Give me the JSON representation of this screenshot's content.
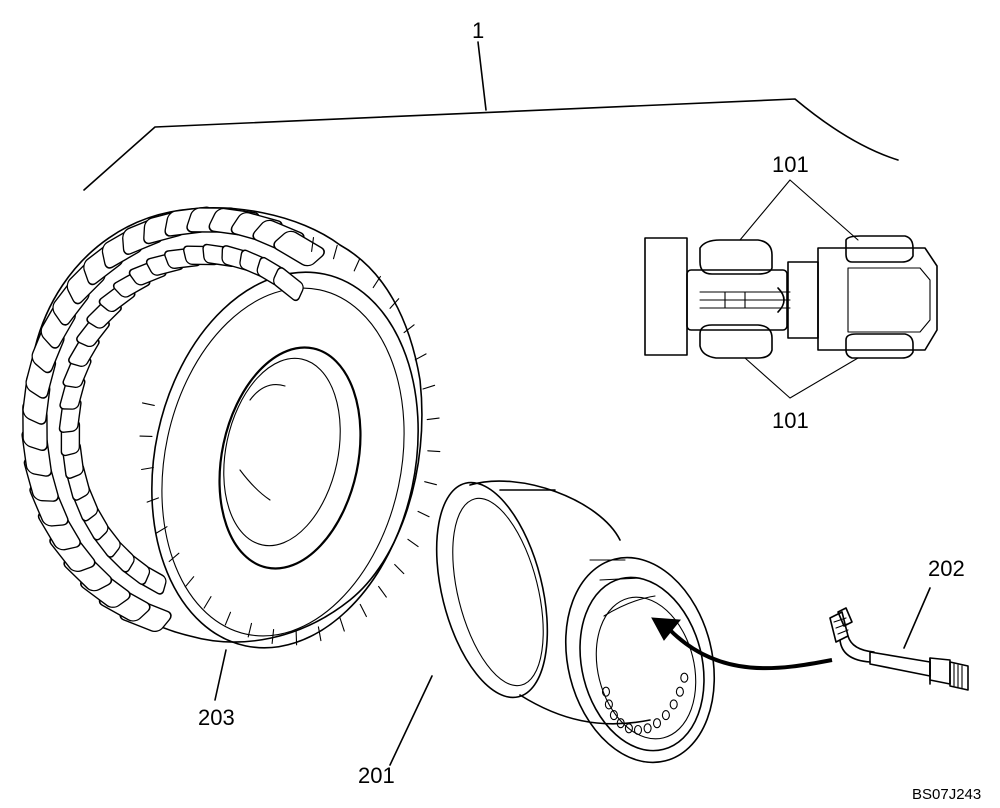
{
  "callouts": {
    "assembly": "1",
    "tire_position_top": "101",
    "tire_position_bottom": "101",
    "rim": "201",
    "valve": "202",
    "tire": "203"
  },
  "drawing_ref": "BS07J243",
  "icons": [
    "tire-icon",
    "rim-icon",
    "valve-icon",
    "machine-top-view-icon"
  ]
}
